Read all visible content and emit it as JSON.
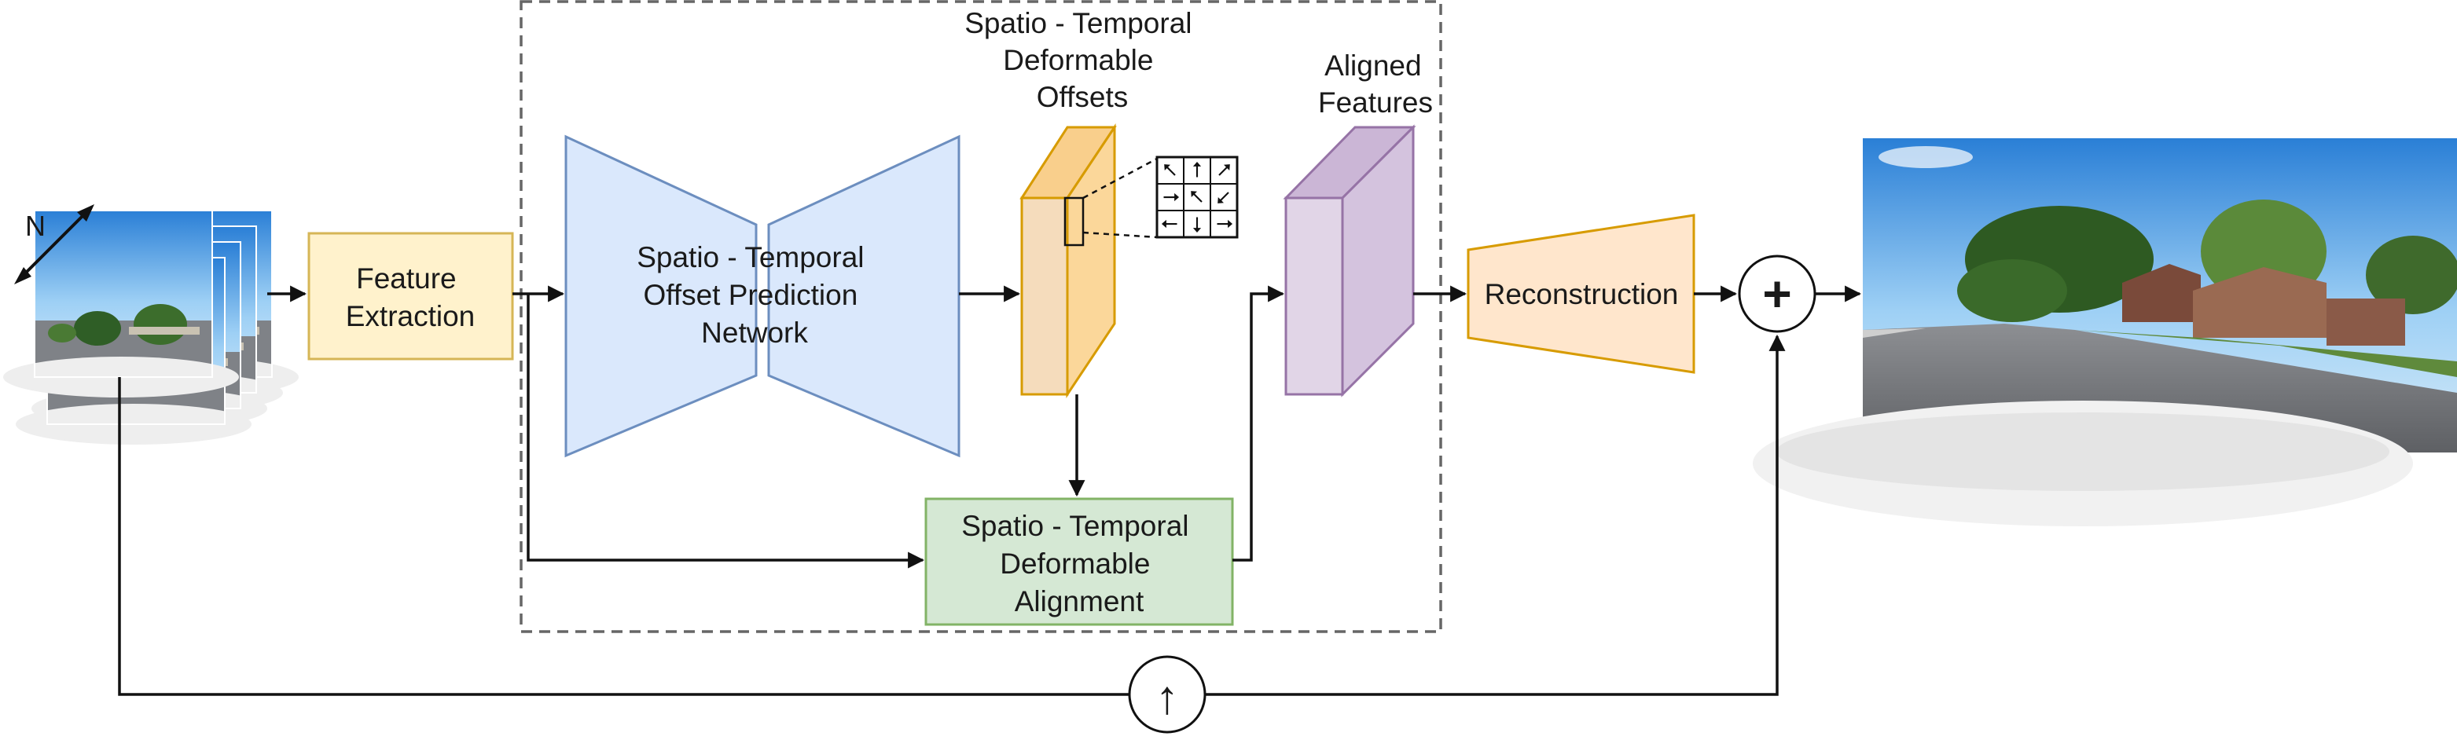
{
  "input_stack": {
    "label": "N"
  },
  "feature_extraction": {
    "lines": [
      "Feature",
      "Extraction"
    ]
  },
  "offset_network": {
    "lines": [
      "Spatio - Temporal",
      "Offset Prediction",
      "Network"
    ]
  },
  "offsets": {
    "lines": [
      "Spatio - Temporal",
      "Deformable",
      "Offsets"
    ]
  },
  "aligned_features": {
    "lines": [
      "Aligned",
      "Features"
    ]
  },
  "alignment": {
    "lines": [
      "Spatio - Temporal",
      "Deformable",
      "Alignment"
    ]
  },
  "reconstruction": {
    "label": "Reconstruction"
  },
  "add_op": {
    "symbol": "+"
  },
  "upsample_op": {
    "symbol": "↑"
  },
  "offset_grid": {
    "icons": [
      "arrow-nw",
      "arrow-n",
      "arrow-ne",
      "arrow-e",
      "arrow-nw",
      "arrow-sw",
      "arrow-w",
      "arrow-s",
      "arrow-e"
    ]
  },
  "colors": {
    "feature_fill": "#fff2cc",
    "feature_stroke": "#d6b656",
    "network_fill": "#dae8fc",
    "network_stroke": "#6c8ebf",
    "offset_fill": "#f5dcbc",
    "offset_stroke": "#d79b00",
    "aligned_fill": "#e1d5e7",
    "aligned_stroke": "#9673a6",
    "align_fill": "#d5e8d4",
    "align_stroke": "#82b366",
    "recon_fill": "#ffe6cc",
    "recon_stroke": "#d79b00"
  }
}
